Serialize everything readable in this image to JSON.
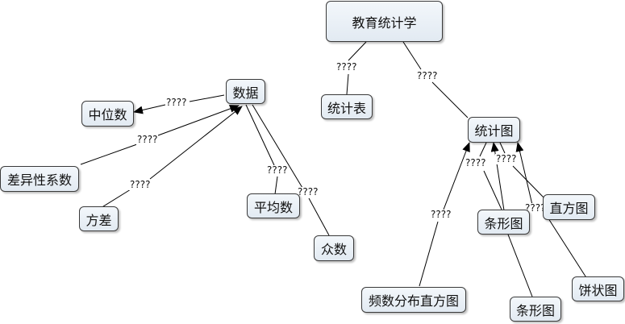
{
  "nodes": {
    "root": "教育统计学",
    "table": "统计表",
    "chart": "统计图",
    "data": "数据",
    "median": "中位数",
    "diff_coef": "差异性系数",
    "variance": "方差",
    "mean": "平均数",
    "mode": "众数",
    "freq_hist": "频数分布直方图",
    "bar1": "条形图",
    "bar2": "条形图",
    "histogram": "直方图",
    "pie": "饼状图"
  },
  "link_labels": {
    "root_table": "????",
    "root_chart": "????",
    "data_median": "????",
    "diffcoef_data": "????",
    "variance_data": "????",
    "data_mean": "????",
    "data_mode": "????",
    "chart_bar2": "????",
    "freq_chart": "????",
    "bar1_chart": "????",
    "chart_histogram": "????",
    "pie_chart": "????"
  }
}
